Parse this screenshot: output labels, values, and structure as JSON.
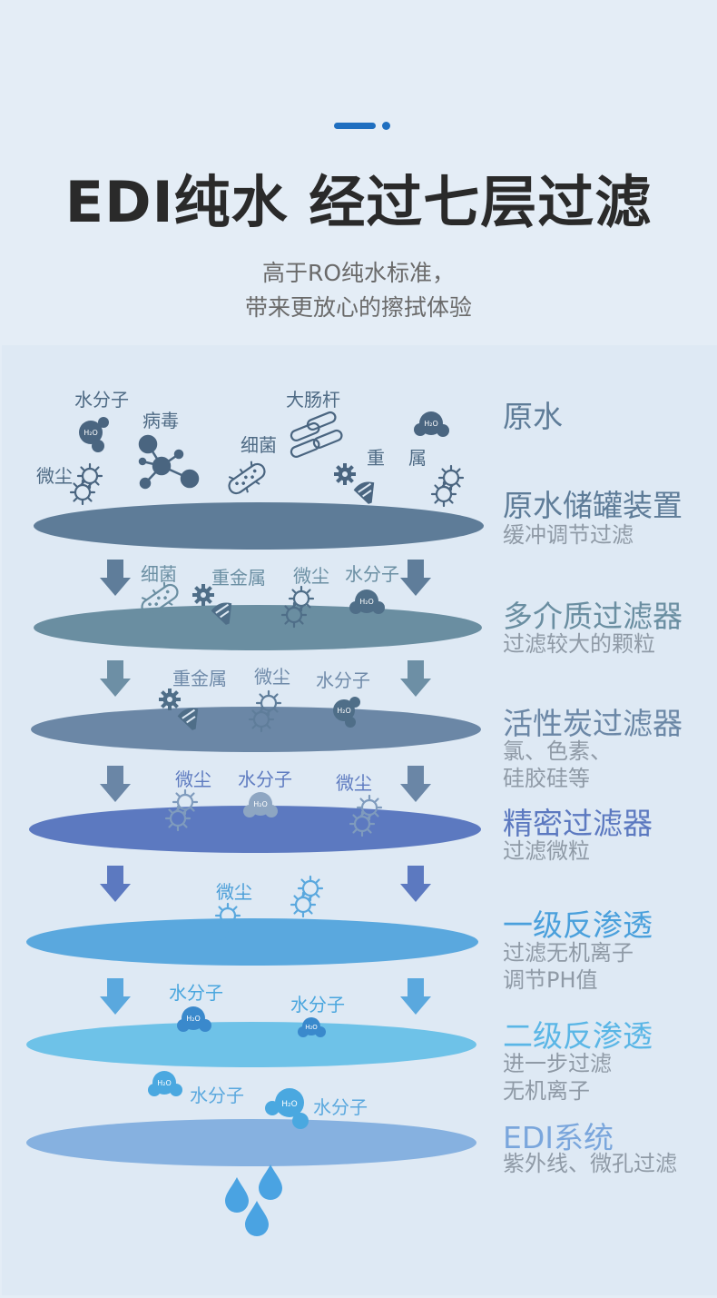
{
  "header": {
    "title": "EDI纯水 经过七层过滤",
    "subtitle_line1": "高于RO纯水标准，",
    "subtitle_line2": "带来更放心的擦拭体验"
  },
  "molecule_text": "H₂O",
  "layers": [
    {
      "title": "原水",
      "desc": [],
      "color": "#5e7c98"
    },
    {
      "title": "原水储罐装置",
      "desc": [
        "缓冲调节过滤"
      ],
      "color": "#5e7c98"
    },
    {
      "title": "多介质过滤器",
      "desc": [
        "过滤较大的颗粒"
      ],
      "color": "#6a8ea1"
    },
    {
      "title": "活性炭过滤器",
      "desc": [
        "氯、色素、",
        "硅胶硅等"
      ],
      "color": "#6b87a6"
    },
    {
      "title": "精密过滤器",
      "desc": [
        "过滤微粒"
      ],
      "color": "#5c79c0"
    },
    {
      "title": "一级反渗透",
      "desc": [
        "过滤无机离子",
        "调节PH值"
      ],
      "color": "#5aa8de"
    },
    {
      "title": "二级反渗透",
      "desc": [
        "进一步过滤",
        "无机离子"
      ],
      "color": "#6ec2e8"
    },
    {
      "title": "EDI系统",
      "desc": [
        "紫外线、微孔过滤"
      ],
      "color": "#86b1e0"
    }
  ],
  "particle_labels": {
    "raw": [
      "水分子",
      "病毒",
      "大肠杆",
      "细菌",
      "微尘",
      "重",
      "属"
    ],
    "l2": [
      "细菌",
      "重金属",
      "微尘",
      "水分子"
    ],
    "l3": [
      "重金属",
      "微尘",
      "水分子"
    ],
    "l4": [
      "微尘",
      "水分子",
      "微尘"
    ],
    "l5": [
      "微尘"
    ],
    "l6": [
      "水分子",
      "水分子"
    ],
    "l7": [
      "水分子",
      "水分子"
    ]
  }
}
